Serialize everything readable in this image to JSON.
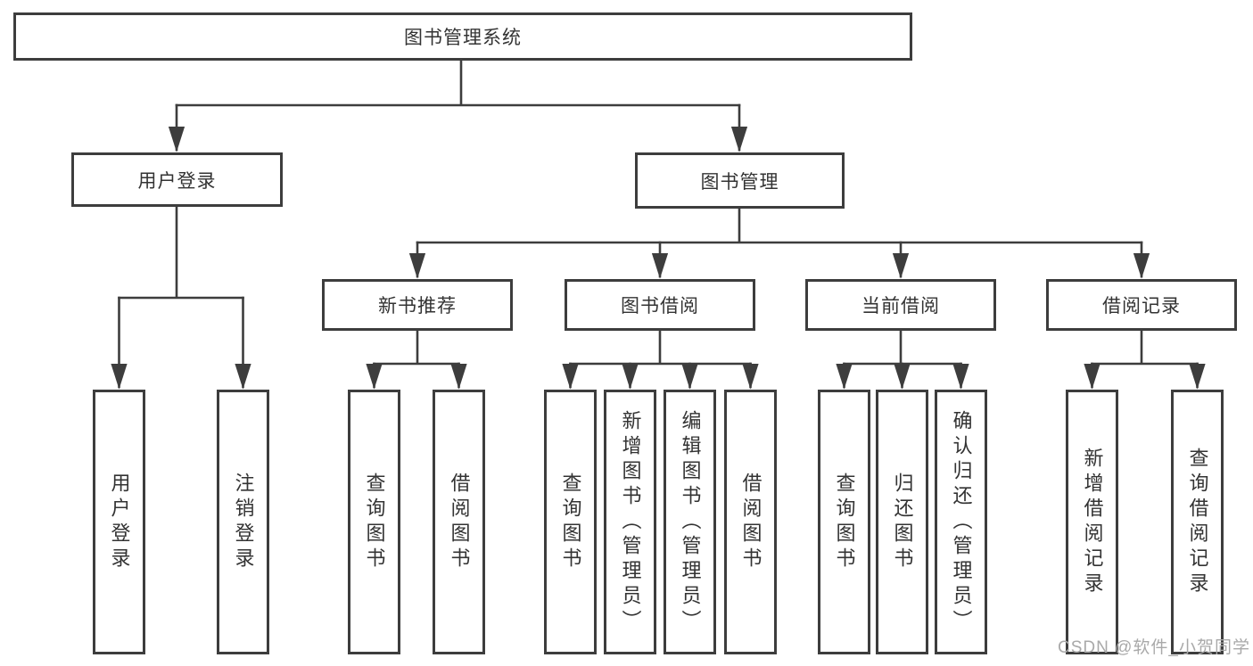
{
  "tree": {
    "label": "图书管理系统",
    "children": [
      {
        "label": "用户登录",
        "children": [
          {
            "label": "用户登录"
          },
          {
            "label": "注销登录"
          }
        ]
      },
      {
        "label": "图书管理",
        "children": [
          {
            "label": "新书推荐",
            "children": [
              {
                "label": "查询图书"
              },
              {
                "label": "借阅图书"
              }
            ]
          },
          {
            "label": "图书借阅",
            "children": [
              {
                "label": "查询图书"
              },
              {
                "label": "新增图书（管理员）"
              },
              {
                "label": "编辑图书（管理员）"
              },
              {
                "label": "借阅图书"
              }
            ]
          },
          {
            "label": "当前借阅",
            "children": [
              {
                "label": "查询图书"
              },
              {
                "label": "归还图书"
              },
              {
                "label": "确认归还（管理员）"
              }
            ]
          },
          {
            "label": "借阅记录",
            "children": [
              {
                "label": "新增借阅记录"
              },
              {
                "label": "查询借阅记录"
              }
            ]
          }
        ]
      }
    ]
  },
  "watermark": {
    "text": "CSDN @软件_小贺同学"
  },
  "colors": {
    "line": "#3d3d3d",
    "box_border": "#3d3d3d",
    "box_fill": "#ffffff",
    "text": "#333333",
    "watermark": "#a9a9a9",
    "background": "#ffffff"
  }
}
